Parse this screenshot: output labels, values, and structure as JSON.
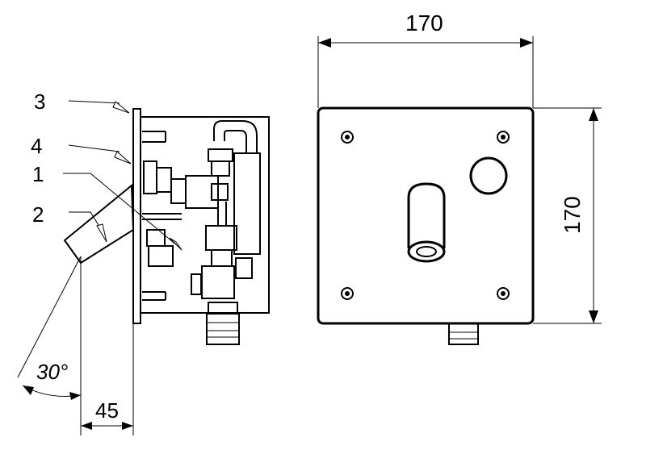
{
  "dimensions": {
    "front_width": "170",
    "front_height": "170",
    "side_depth": "45",
    "spout_angle": "30°"
  },
  "callouts": {
    "c1": "1",
    "c2": "2",
    "c3": "3",
    "c4": "4"
  },
  "colors": {
    "line": "#000000",
    "background": "#ffffff"
  }
}
